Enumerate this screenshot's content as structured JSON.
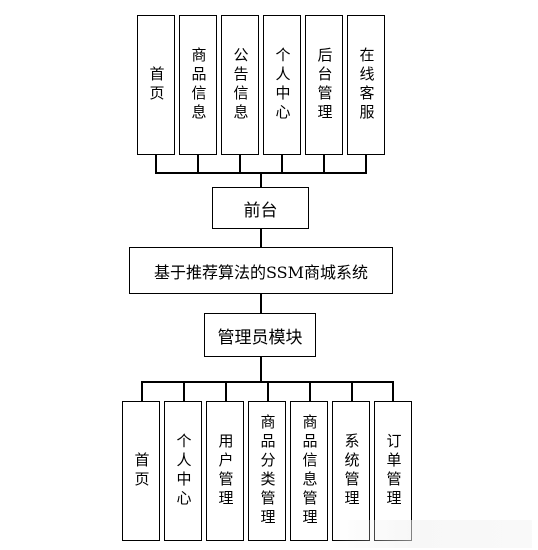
{
  "frontend": {
    "modules": [
      "首页",
      "商品信息",
      "公告信息",
      "个人中心",
      "后台管理",
      "在线客服"
    ],
    "label": "前台"
  },
  "system": {
    "title": "基于推荐算法的SSM商城系统"
  },
  "admin": {
    "label": "管理员模块",
    "modules": [
      "首页",
      "个人中心",
      "用户管理",
      "商品分类管理",
      "商品信息管理",
      "系统管理",
      "订单管理"
    ]
  }
}
